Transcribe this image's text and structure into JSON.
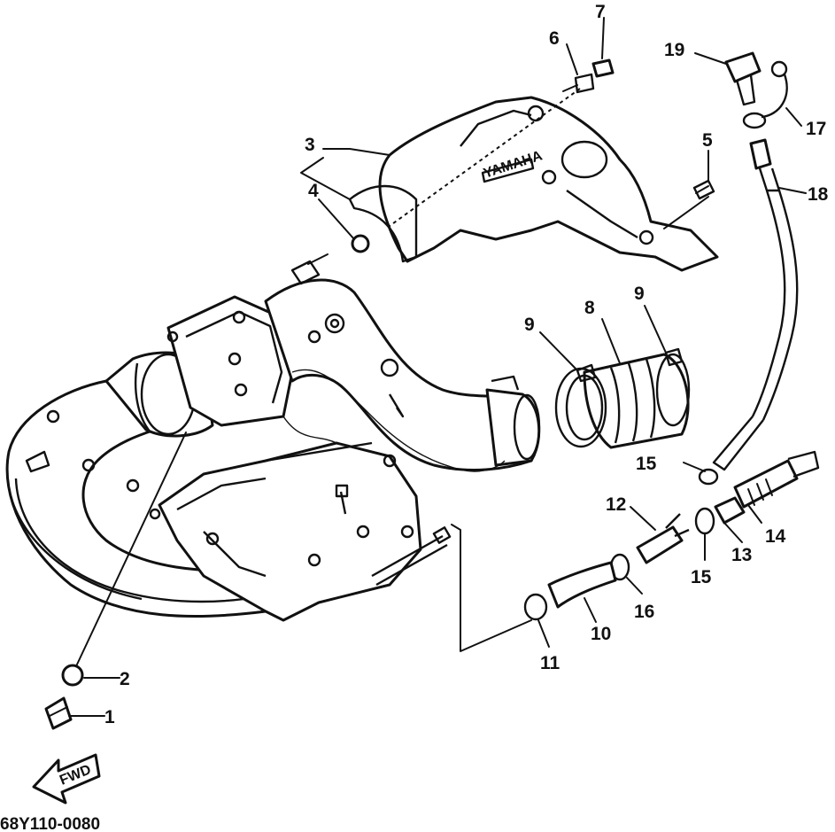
{
  "diagram_code": "68Y110-0080",
  "fwd_label": "FWD",
  "callouts": [
    "1",
    "2",
    "3",
    "4",
    "5",
    "6",
    "7",
    "8",
    "9",
    "9",
    "10",
    "11",
    "12",
    "13",
    "14",
    "15",
    "15",
    "16",
    "17",
    "18",
    "19"
  ]
}
